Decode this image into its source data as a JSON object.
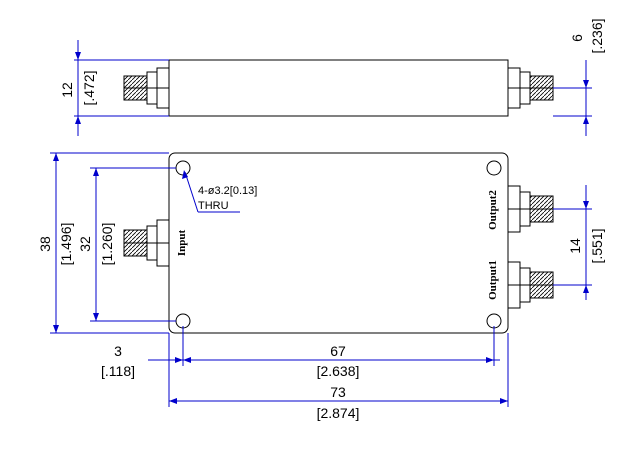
{
  "side_view": {
    "height_dim": {
      "value": "12",
      "inch": "[.472]"
    },
    "connector_dim": {
      "value": "6",
      "inch": "[.236]"
    }
  },
  "top_view": {
    "labels": {
      "input": "Input",
      "output1": "Output1",
      "output2": "Output2"
    },
    "hole_note": {
      "line1": "4-ø3.2[0.13]",
      "line2": "THRU"
    },
    "dims": {
      "overall_height": {
        "value": "38",
        "inch": "[1.496]"
      },
      "hole_spacing_v": {
        "value": "32",
        "inch": "[1.260]"
      },
      "output_spacing": {
        "value": "14",
        "inch": "[.551]"
      },
      "hole_offset": {
        "value": "3",
        "inch": "[.118]"
      },
      "hole_spacing_h": {
        "value": "67",
        "inch": "[2.638]"
      },
      "overall_length": {
        "value": "73",
        "inch": "[2.874]"
      }
    }
  },
  "colors": {
    "outline": "#000000",
    "dimension": "#0000cc"
  }
}
